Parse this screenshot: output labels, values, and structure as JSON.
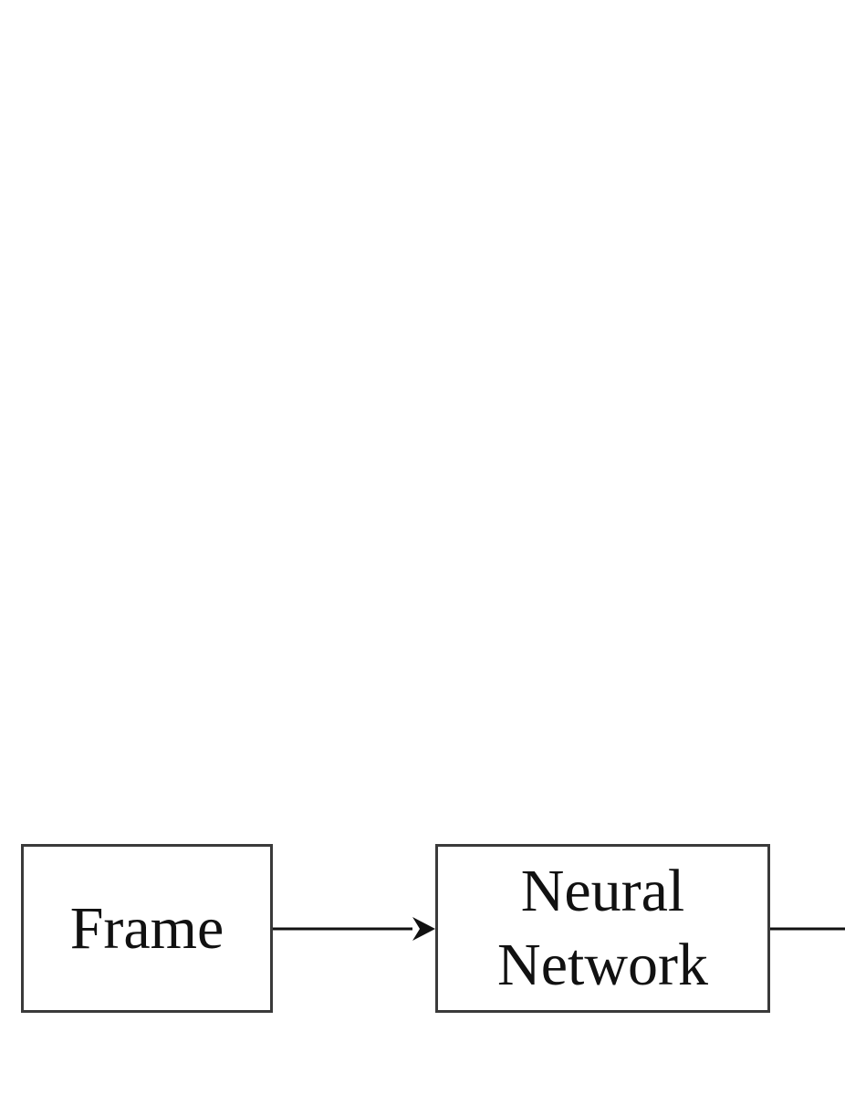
{
  "diagram": {
    "nodes": [
      {
        "id": "frame",
        "lines": [
          "Frame"
        ]
      },
      {
        "id": "neural-network",
        "lines": [
          "Neural",
          "Network"
        ]
      }
    ],
    "edges": [
      {
        "from": "frame",
        "to": "neural-network",
        "arrowhead": true
      },
      {
        "from": "neural-network",
        "to": "off-canvas-right",
        "arrowhead": false
      }
    ],
    "colors": {
      "stroke": "#3a3a3a",
      "text": "#111111",
      "background": "#ffffff"
    }
  }
}
